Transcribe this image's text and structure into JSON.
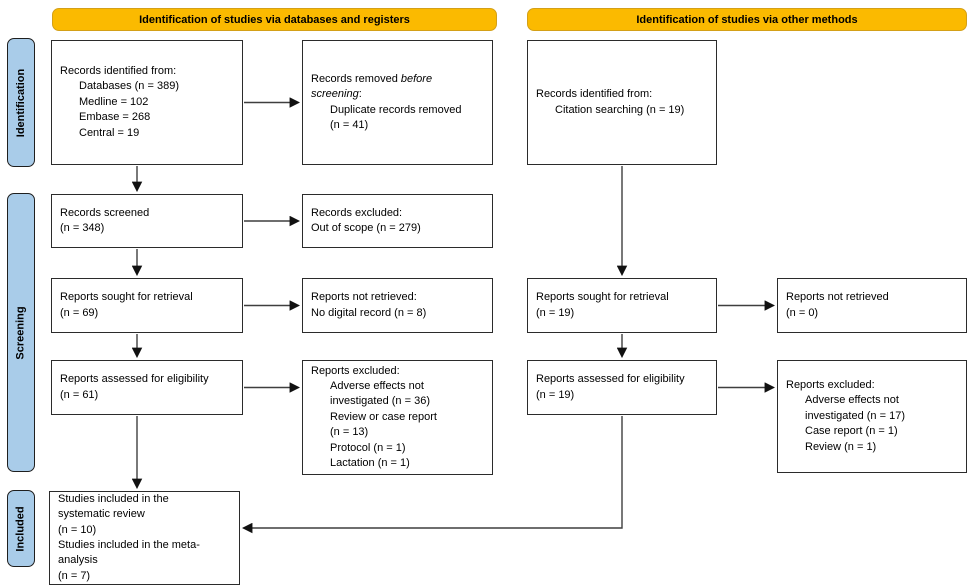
{
  "banners": {
    "databases": "Identification of studies via databases and registers",
    "other": "Identification of studies via other methods"
  },
  "stages": {
    "identification": "Identification",
    "screening": "Screening",
    "included": "Included"
  },
  "boxes": {
    "db_identified": {
      "lines": [
        {
          "t": "Records identified from:"
        },
        {
          "t": "Databases (n = 389)",
          "ind": 1
        },
        {
          "t": "Medline = 102",
          "ind": 1
        },
        {
          "t": "Embase = 268",
          "ind": 1
        },
        {
          "t": "Central = 19",
          "ind": 1
        }
      ]
    },
    "removed_before_screening": {
      "lines": [
        {
          "t": [
            {
              "t": "Records removed "
            },
            {
              "t": "before",
              "em": 1
            }
          ]
        },
        {
          "t": [
            {
              "t": "screening",
              "em": 1
            },
            {
              "t": ":"
            }
          ]
        },
        {
          "t": "Duplicate records removed",
          "ind": 1
        },
        {
          "t": "(n = 41)",
          "ind": 1
        }
      ]
    },
    "records_screened": {
      "lines": [
        {
          "t": "Records screened"
        },
        {
          "t": "(n = 348)"
        }
      ]
    },
    "records_excluded": {
      "lines": [
        {
          "t": "Records excluded:"
        },
        {
          "t": "Out of scope (n = 279)"
        }
      ]
    },
    "reports_sought": {
      "lines": [
        {
          "t": "Reports sought for retrieval"
        },
        {
          "t": "(n = 69)"
        }
      ]
    },
    "reports_not_retrieved": {
      "lines": [
        {
          "t": "Reports not retrieved:"
        },
        {
          "t": "No digital record (n = 8)"
        }
      ]
    },
    "reports_assessed": {
      "lines": [
        {
          "t": "Reports assessed for eligibility"
        },
        {
          "t": "(n = 61)"
        }
      ]
    },
    "reports_excluded": {
      "lines": [
        {
          "t": "Reports excluded:"
        },
        {
          "t": "Adverse effects not",
          "ind": 1
        },
        {
          "t": "investigated (n = 36)",
          "ind": 1
        },
        {
          "t": "Review or case report",
          "ind": 1
        },
        {
          "t": "(n = 13)",
          "ind": 1
        },
        {
          "t": "Protocol (n = 1)",
          "ind": 1
        },
        {
          "t": "Lactation (n = 1)",
          "ind": 1
        }
      ]
    },
    "studies_included": {
      "lines": [
        {
          "t": "Studies included in the"
        },
        {
          "t": "systematic review"
        },
        {
          "t": "(n = 10)"
        },
        {
          "t": "Studies included in the meta-"
        },
        {
          "t": "analysis"
        },
        {
          "t": "(n = 7)"
        }
      ]
    },
    "citation_identified": {
      "lines": [
        {
          "t": "Records identified from:"
        },
        {
          "t": "Citation searching (n = 19)",
          "ind": 1
        }
      ]
    },
    "reports_sought_other": {
      "lines": [
        {
          "t": "Reports sought for retrieval"
        },
        {
          "t": "(n = 19)"
        }
      ]
    },
    "reports_not_retrieved_other": {
      "lines": [
        {
          "t": "Reports not retrieved"
        },
        {
          "t": "(n = 0)"
        }
      ]
    },
    "reports_assessed_other": {
      "lines": [
        {
          "t": "Reports assessed for eligibility"
        },
        {
          "t": "(n = 19)"
        }
      ]
    },
    "reports_excluded_other": {
      "lines": [
        {
          "t": "Reports excluded:"
        },
        {
          "t": "Adverse effects not",
          "ind": 1
        },
        {
          "t": "investigated (n = 17)",
          "ind": 1
        },
        {
          "t": "Case report (n = 1)",
          "ind": 1
        },
        {
          "t": "Review (n = 1)",
          "ind": 1
        }
      ]
    }
  },
  "colors": {
    "banner_fill": "#FBBA00",
    "banner_border": "#D4A017",
    "stage_fill": "#A9CCE9",
    "stage_border": "#1f1f1f",
    "box_border": "#2b2b2b",
    "arrow": "#3f3f3f",
    "arrowhead": "#111111"
  }
}
